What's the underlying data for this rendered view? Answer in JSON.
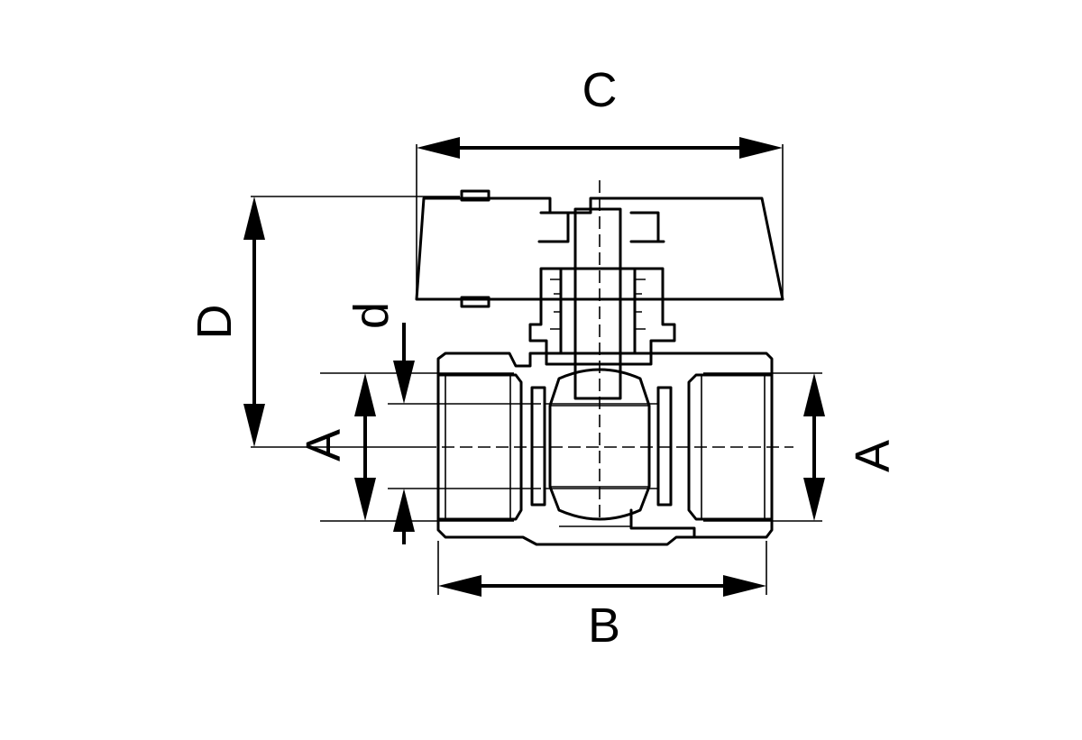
{
  "diagram": {
    "dimensions": {
      "C": "C",
      "D": "D",
      "d": "d",
      "A_left": "A",
      "A_right": "A",
      "B": "B"
    }
  }
}
